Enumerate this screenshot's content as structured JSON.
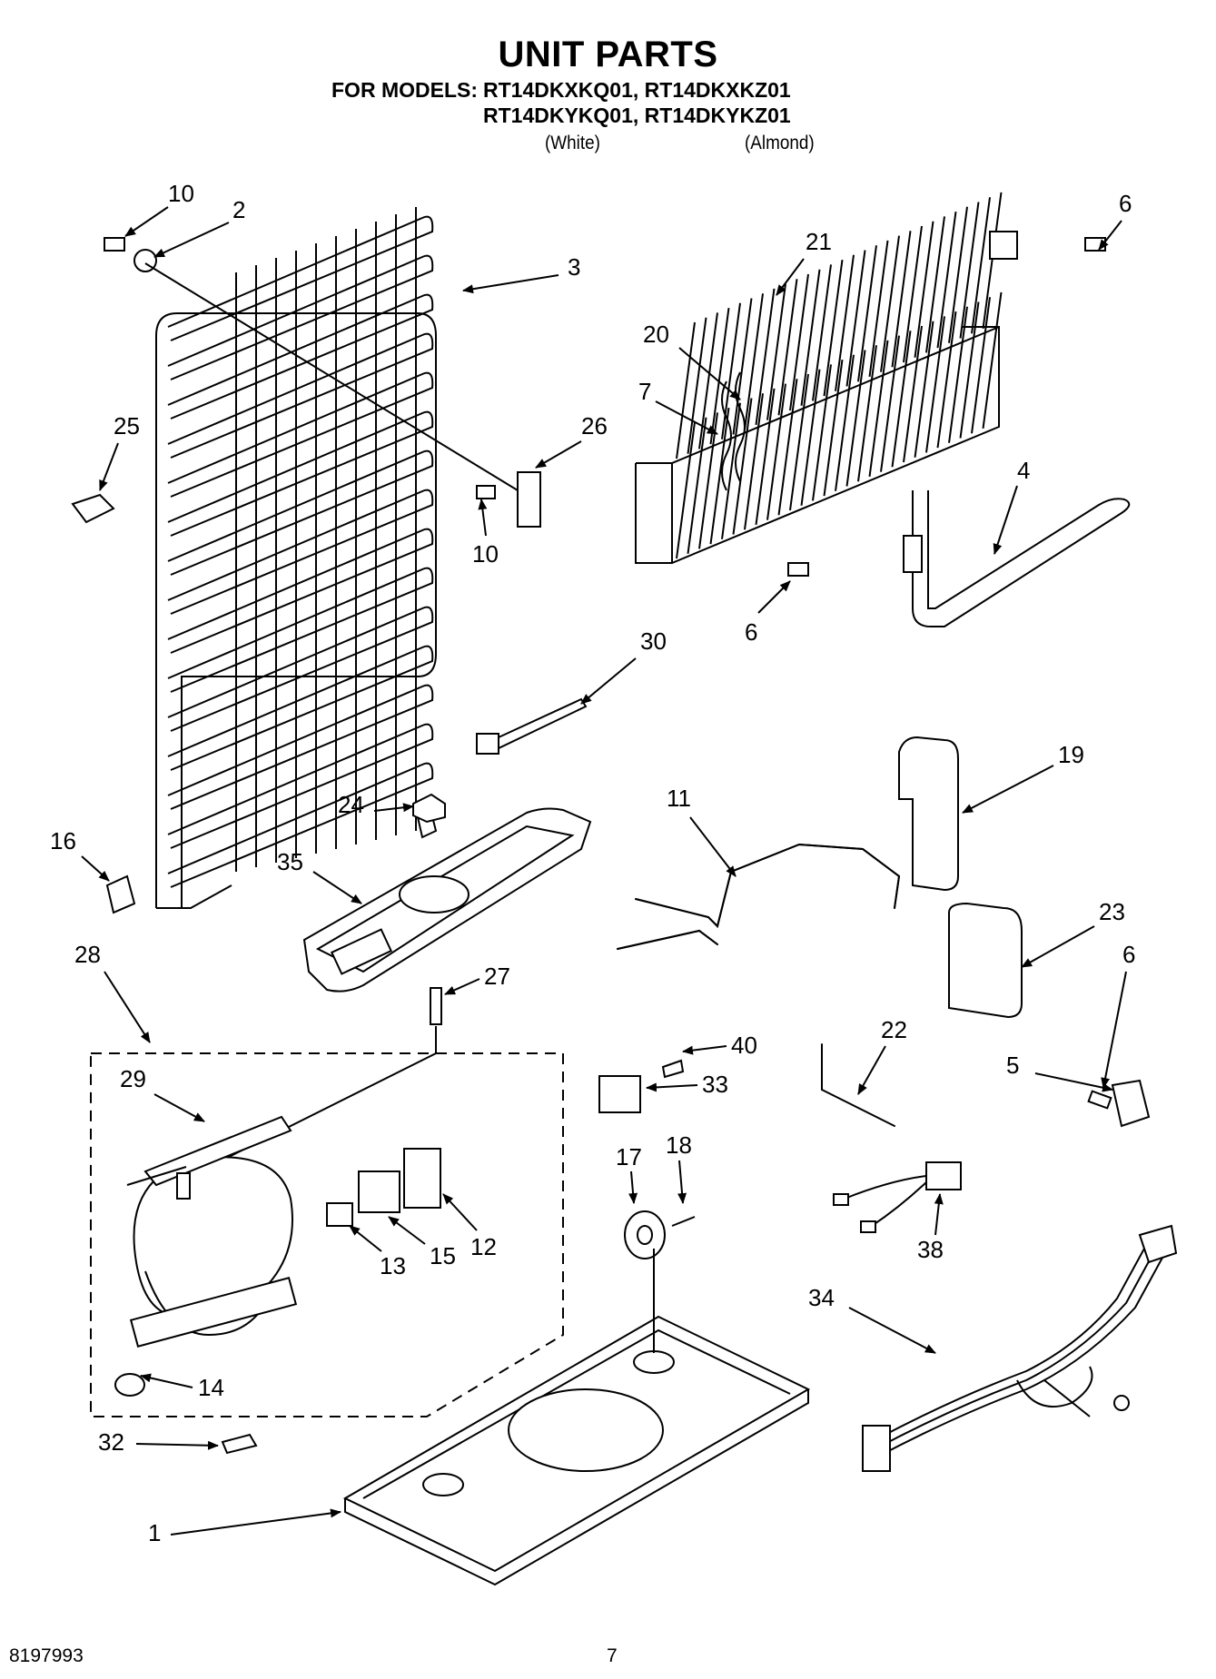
{
  "header": {
    "title": "UNIT PARTS",
    "for_models_label": "FOR MODELS:",
    "models_line1": "RT14DKXKQ01, RT14DKXKZ01",
    "models_line2": "RT14DKYKQ01, RT14DKYKZ01",
    "color_white": "(White)",
    "color_almond": "(Almond)"
  },
  "callouts": {
    "c10a": "10",
    "c2": "2",
    "c3": "3",
    "c21": "21",
    "c6a": "6",
    "c20": "20",
    "c7": "7",
    "c25": "25",
    "c26": "26",
    "c4": "4",
    "c10b": "10",
    "c6b": "6",
    "c30": "30",
    "c19": "19",
    "c24": "24",
    "c11": "11",
    "c16": "16",
    "c35": "35",
    "c23": "23",
    "c28": "28",
    "c6c": "6",
    "c27": "27",
    "c22": "22",
    "c40": "40",
    "c5": "5",
    "c29": "29",
    "c33": "33",
    "c17": "17",
    "c18": "18",
    "c12": "12",
    "c13": "13",
    "c15": "15",
    "c38": "38",
    "c34": "34",
    "c14": "14",
    "c32": "32",
    "c1": "1"
  },
  "footer": {
    "doc_number": "8197993",
    "page_number": "7"
  }
}
